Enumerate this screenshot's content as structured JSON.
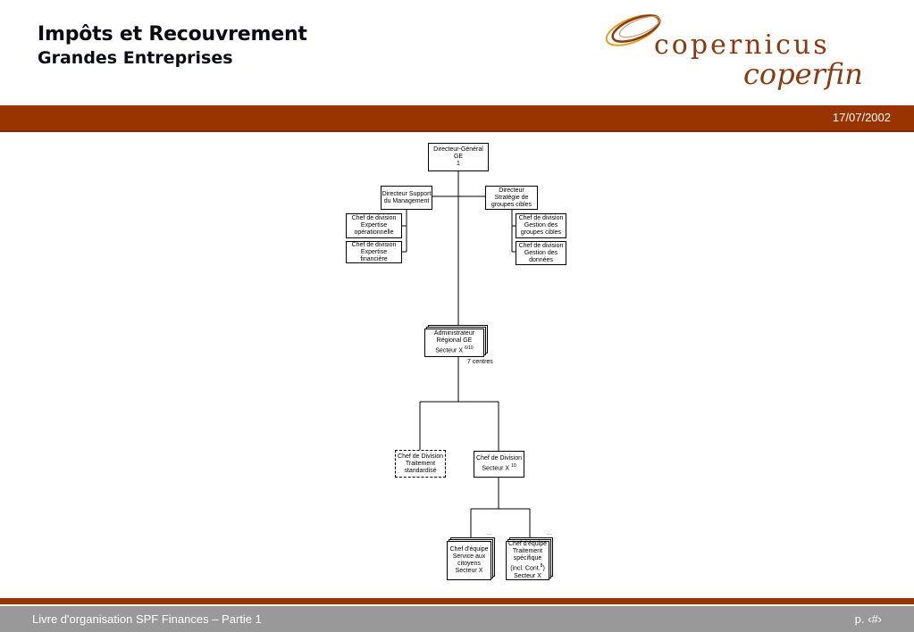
{
  "header": {
    "title_line1": "Impôts et Recouvrement",
    "title_line2": "Grandes Entreprises",
    "logo_line1": "copernicus",
    "logo_line2": "coperfin",
    "date": "17/07/2002"
  },
  "org": {
    "dg": "Directeur-Général GE",
    "dg_sup": "1",
    "dir_support": "Directeur Support du Management",
    "dir_strategie": "Directeur Stratégie de groupes cibles",
    "cd_expertise_op": "Chef de division Expertise opérationnelle",
    "cd_expertise_fin": "Chef de division Expertise financière",
    "cd_gestion_groupes": "Chef de division Gestion des groupes cibles",
    "cd_gestion_donnees": "Chef de division Gestion des données",
    "admin_line1": "Administrateur",
    "admin_line2": "Régional GE",
    "admin_line3": "Secteur X",
    "admin_sup": "6/10",
    "centres_note": "7 centres",
    "cd_traitement_std": "Chef de Division Traitement standardisé",
    "cd_secteur_line1": "Chef de Division",
    "cd_secteur_line2": "Secteur X",
    "cd_secteur_sup": "10",
    "ce_service": "Chef d'équipe Service aux citoyens Secteur X",
    "ce_traitement_l1": "Chef d'équipe Traitement spécifique",
    "ce_traitement_l2": "(incl. Cont.",
    "ce_traitement_sup": "8",
    "ce_traitement_l3": ") Secteur X",
    "ellipsis": "…"
  },
  "footer": {
    "text": "Livre d'organisation SPF Finances – Partie 1",
    "page": "p. ‹#›"
  },
  "colors": {
    "band": "#993300",
    "footer": "#999999",
    "logo_brown": "#8b3a10",
    "logo_orange": "#e0a020"
  }
}
